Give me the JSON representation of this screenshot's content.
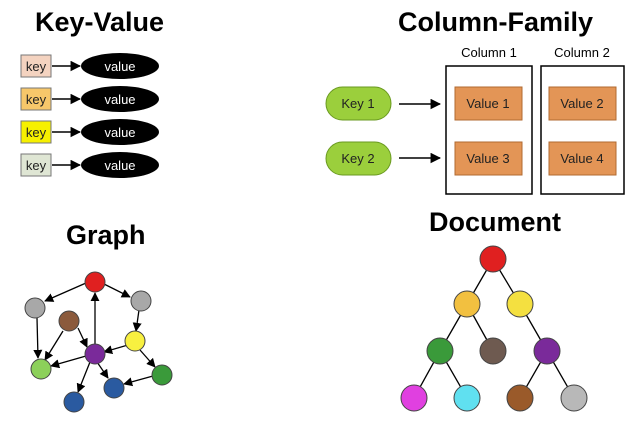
{
  "key_value": {
    "title": "Key-Value",
    "rows": [
      {
        "key": "key",
        "value": "value",
        "key_color": "#f4d3c0"
      },
      {
        "key": "key",
        "value": "value",
        "key_color": "#f7c76a"
      },
      {
        "key": "key",
        "value": "value",
        "key_color": "#f6f000"
      },
      {
        "key": "key",
        "value": "value",
        "key_color": "#dfe6d4"
      }
    ]
  },
  "column_family": {
    "title": "Column-Family",
    "columns": [
      "Column 1",
      "Column 2"
    ],
    "rows": [
      {
        "key": "Key 1",
        "values": [
          "Value 1",
          "Value 2"
        ]
      },
      {
        "key": "Key 2",
        "values": [
          "Value 3",
          "Value 4"
        ]
      }
    ],
    "key_color": "#9bcf3c",
    "value_color": "#e39556"
  },
  "graph": {
    "title": "Graph",
    "node_colors": {
      "red": "#e02020",
      "gray": "#a8a8a8",
      "brown": "#8b5a3c",
      "purple": "#7a2a9a",
      "yellow": "#f8f040",
      "light_green": "#8cd05a",
      "green": "#3a9a3a",
      "blue": "#2a5aa0"
    }
  },
  "document": {
    "title": "Document",
    "node_colors": {
      "root": "#e02020",
      "level1": "#f2c040",
      "level1b": "#f4e040",
      "green": "#3a9a3a",
      "brown": "#6e5a50",
      "purple": "#7a2a9a",
      "magenta": "#e040e0",
      "cyan": "#60e0f0",
      "leaf_brown": "#9a5a2a",
      "leaf_gray": "#b8b8b8"
    }
  }
}
